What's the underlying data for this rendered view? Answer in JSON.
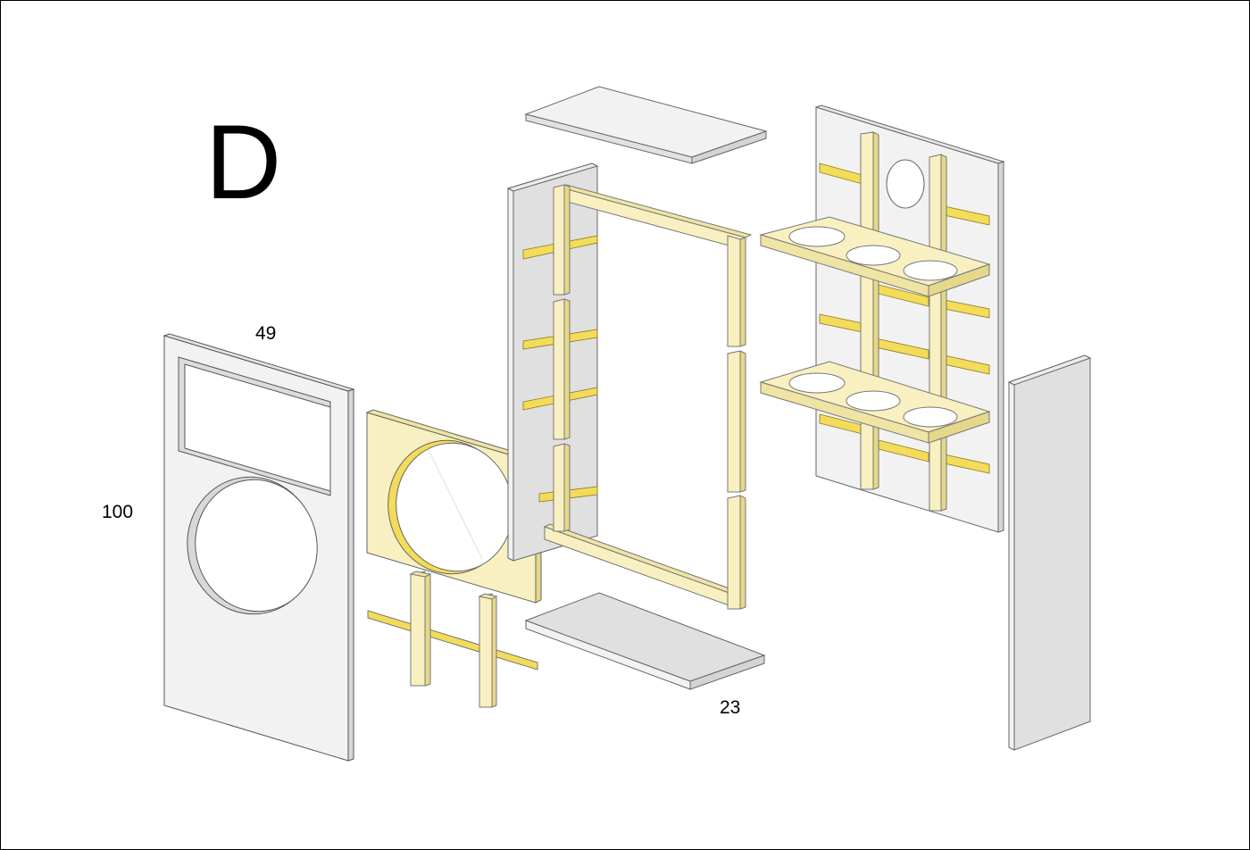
{
  "panel_letter": "D",
  "dimensions": {
    "width": "49",
    "height": "100",
    "depth": "23"
  },
  "colors": {
    "panel_white": "#f2f2f2",
    "panel_grey": "#e0e0e0",
    "panel_edge": "#9a9a9a",
    "wood_face": "#f8f0c0",
    "wood_side": "#e9dc8c",
    "wood_strip": "#f2dc5a",
    "outline": "#555555"
  }
}
